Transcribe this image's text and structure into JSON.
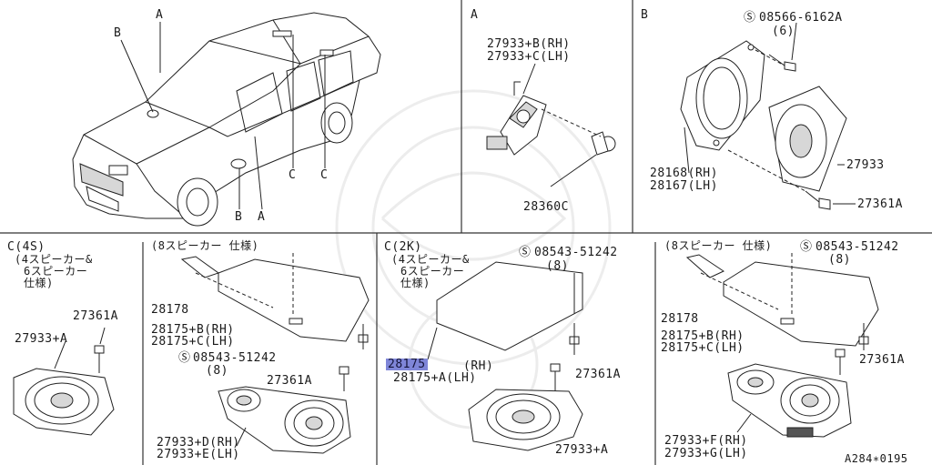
{
  "diagram_id": "A284∗0195",
  "panels": {
    "car": {
      "callouts": [
        "B",
        "A",
        "C",
        "C",
        "B",
        "A"
      ]
    },
    "a": {
      "title": "A",
      "parts": {
        "p1": "27933+B(RH)",
        "p2": "27933+C(LH)",
        "p3": "28360C"
      }
    },
    "b": {
      "title": "B",
      "parts": {
        "screw": "08566-6162A",
        "screw_qty": "(6)",
        "frame_rh": "28168(RH)",
        "frame_lh": "28167(LH)",
        "speaker": "27933",
        "bolt": "27361A"
      }
    },
    "c4s": {
      "title": "C(4S)",
      "note_1": "(4スピーカー&",
      "note_2": "6スピーカー",
      "note_3": "仕様)",
      "parts": {
        "bolt": "27361A",
        "speaker": "27933+A"
      }
    },
    "c4s_8sp": {
      "title": "(8スピーカー 仕様)",
      "parts": {
        "p28178": "28178",
        "grille_rh": "28175+B(RH)",
        "grille_lh": "28175+C(LH)",
        "screw": "08543-51242",
        "screw_qty": "(8)",
        "bolt": "27361A",
        "unit_rh": "27933+D(RH)",
        "unit_lh": "27933+E(LH)"
      }
    },
    "c2k": {
      "title": "C(2K)",
      "note_1": "(4スピーカー&",
      "note_2": "6スピーカー",
      "note_3": "仕様)",
      "parts": {
        "screw": "08543-51242",
        "screw_qty": "(8)",
        "grille_hl": "28175",
        "grille_rh_suffix": "(RH)",
        "grille_lh": "28175+A(LH)",
        "bolt": "27361A",
        "speaker": "27933+A"
      }
    },
    "c2k_8sp": {
      "title": "(8スピーカー 仕様)",
      "parts": {
        "screw": "08543-51242",
        "screw_qty": "(8)",
        "p28178": "28178",
        "grille_rh": "28175+B(RH)",
        "grille_lh": "28175+C(LH)",
        "bolt": "27361A",
        "unit_rh": "27933+F(RH)",
        "unit_lh": "27933+G(LH)"
      }
    }
  },
  "icons": {
    "screw": "circled-s-icon"
  },
  "colors": {
    "highlight": "#7f86d8",
    "line": "#222222",
    "background": "#ffffff"
  }
}
